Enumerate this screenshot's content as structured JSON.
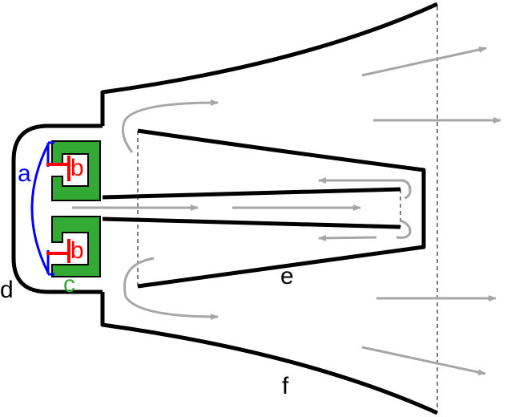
{
  "labels": {
    "a": "a",
    "b_upper": "b",
    "b_lower": "b",
    "c": "c",
    "d": "d",
    "e": "e",
    "f": "f"
  },
  "colors": {
    "outline": "#000000",
    "arrow": "#a6a6a6",
    "diaphragm": "#0000ff",
    "voice_coil": "#ff0000",
    "magnet": "#33aa33",
    "guide": "#000000"
  }
}
